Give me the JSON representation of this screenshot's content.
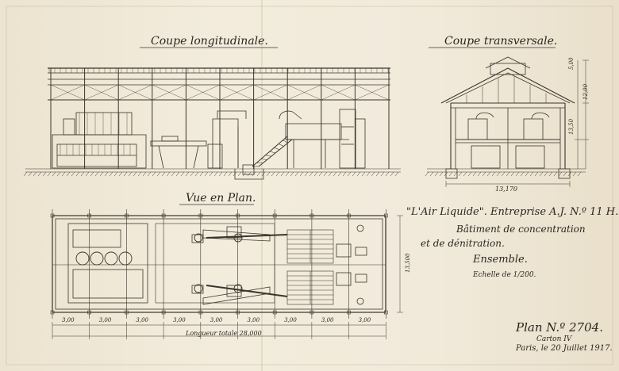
{
  "sections": {
    "longitudinal": "Coupe longitudinale.",
    "transversal": "Coupe transversale.",
    "plan_view": "Vue en Plan."
  },
  "title_block": {
    "company": "\"L'Air Liquide\". Entreprise A.J. N.º 11 H.",
    "building_line1": "Bâtiment de concentration",
    "building_line2": "et de dénitration.",
    "ensemble": "Ensemble.",
    "scale": "Echelle de 1/200."
  },
  "plan_number": "Plan N.º 2704.",
  "carton": "Carton IV",
  "date_place": "Paris, le 20 Juillet 1917.",
  "dimensions": {
    "plan_bays": [
      "3,00",
      "3,00",
      "3,00",
      "3,00",
      "3,00",
      "3,00",
      "3,00",
      "3,00",
      "3,00"
    ],
    "plan_length": "Longueur totale 28,000",
    "transversal_width": "13,170",
    "height_1": "5,00",
    "height_2": "12,00",
    "height_3": "13,50",
    "plan_width": "13,500"
  }
}
